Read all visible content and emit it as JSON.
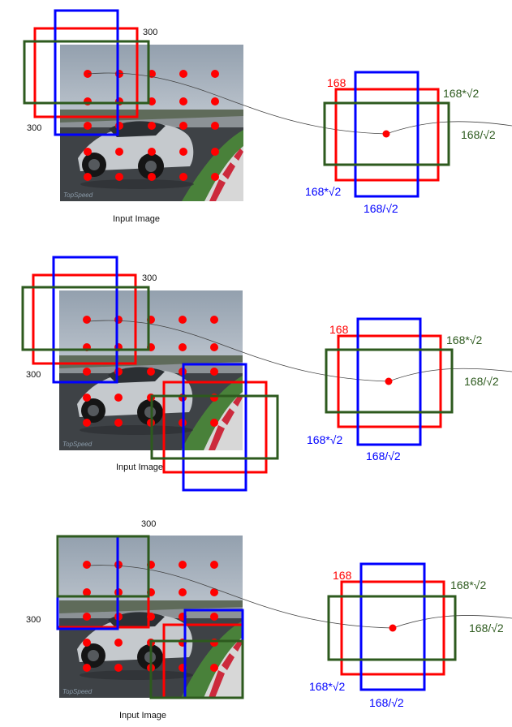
{
  "colors": {
    "red": "#ff0000",
    "blue": "#0000ff",
    "green": "#2d5a1e",
    "dot": "#ff0000",
    "line": "#444444",
    "text": "#111111"
  },
  "panels": [
    {
      "input_caption": "Input Image",
      "image_width_label": "300",
      "image_height_label": "300",
      "anchor_labels": {
        "red_side": "168",
        "blue_width": "168/√2",
        "blue_height": "168*√2",
        "green_width": "168*√2",
        "green_height": "168/√2"
      },
      "watermark": "TopSpeed"
    },
    {
      "input_caption": "Input Image",
      "image_width_label": "300",
      "image_height_label": "300",
      "anchor_labels": {
        "red_side": "168",
        "blue_width": "168/√2",
        "blue_height": "168*√2",
        "green_width": "168*√2",
        "green_height": "168/√2"
      },
      "watermark": "TopSpeed"
    },
    {
      "input_caption": "Input Image",
      "image_width_label": "300",
      "image_height_label": "300",
      "anchor_labels": {
        "red_side": "168",
        "blue_width": "168/√2",
        "blue_height": "168*√2",
        "green_width": "168*√2",
        "green_height": "168/√2"
      },
      "watermark": "TopSpeed"
    }
  ]
}
